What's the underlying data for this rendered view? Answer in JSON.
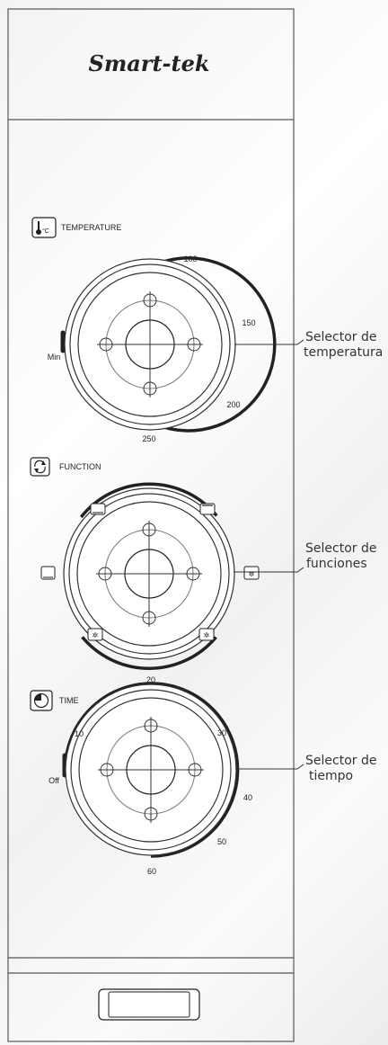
{
  "brand": "Smart-tek",
  "temperature": {
    "title": "TEMPERATURE",
    "icon_unit": "°C",
    "ticks": [
      "100",
      "150",
      "200",
      "250"
    ],
    "min_label": "Min",
    "callout_line1": "Selector de",
    "callout_line2": "temperatura"
  },
  "function": {
    "title": "FUNCTION",
    "modes": [
      "top-element",
      "top-element-alt",
      "bottom-element",
      "fan-right",
      "fan-bottom-right",
      "fan-bottom-left"
    ],
    "callout_line1": "Selector de",
    "callout_line2": "funciones"
  },
  "time": {
    "title": "TIME",
    "ticks": [
      "10",
      "20",
      "30",
      "40",
      "50",
      "60"
    ],
    "off_label": "Off",
    "callout_line1": "Selector de",
    "callout_line2": "tiempo"
  }
}
